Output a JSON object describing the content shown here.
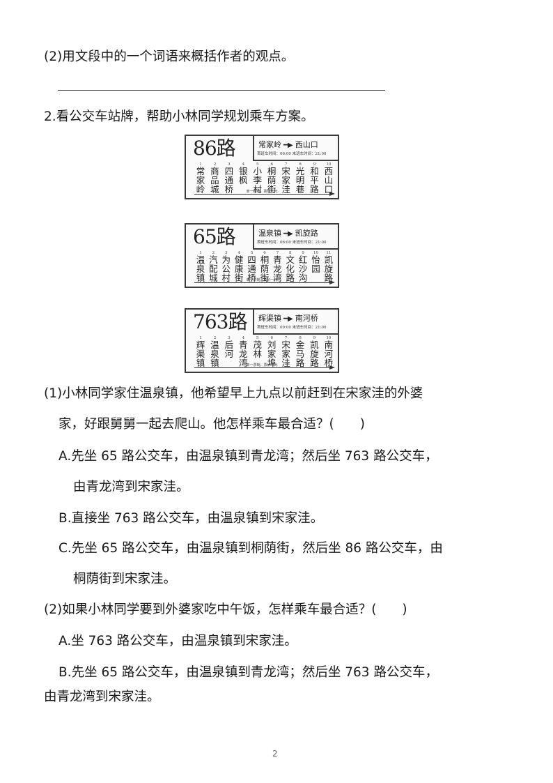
{
  "q2_sub": "(2)用文段中的一个词语来概括作者的观点。",
  "q_main": "2.看公交车站牌，帮助小林同学规划乘车方案。",
  "signs": [
    {
      "route": "86路",
      "from": "常家岭",
      "to": "西山口",
      "times": "首班车时间：06:00 末班车时间：21:00",
      "fare": "单一票制，票价一元",
      "stops": [
        {
          "num": "1",
          "name": "常家岭"
        },
        {
          "num": "2",
          "name": "商品城"
        },
        {
          "num": "3",
          "name": "四通桥"
        },
        {
          "num": "4",
          "name": "银枫"
        },
        {
          "num": "5",
          "name": "小李村"
        },
        {
          "num": "6",
          "name": "桐荫街"
        },
        {
          "num": "7",
          "name": "宋家洼"
        },
        {
          "num": "8",
          "name": "光明巷"
        },
        {
          "num": "9",
          "name": "和平路"
        },
        {
          "num": "10",
          "name": "西山口"
        }
      ]
    },
    {
      "route": "65路",
      "from": "温泉镇",
      "to": "凯旋路",
      "times": "首班车时间：06:00 末班车时间：21:00",
      "fare": "单一票制，票价一元",
      "stops": [
        {
          "num": "1",
          "name": "温泉镇"
        },
        {
          "num": "2",
          "name": "汽配城"
        },
        {
          "num": "3",
          "name": "为公村"
        },
        {
          "num": "4",
          "name": "健康街"
        },
        {
          "num": "5",
          "name": "四通桥"
        },
        {
          "num": "6",
          "name": "桐荫街"
        },
        {
          "num": "7",
          "name": "青龙湾"
        },
        {
          "num": "8",
          "name": "文化路"
        },
        {
          "num": "9",
          "name": "红沙沟"
        },
        {
          "num": "10",
          "name": "怡园"
        },
        {
          "num": "11",
          "name": "凯旋路"
        }
      ]
    },
    {
      "route": "763路",
      "from": "辉渠镇",
      "to": "南河桥",
      "times": "首班车时间：09:00 末班车时间：21:00",
      "fare": "单一票制，票价一元",
      "stops": [
        {
          "num": "1",
          "name": "辉渠镇"
        },
        {
          "num": "2",
          "name": "温泉镇"
        },
        {
          "num": "3",
          "name": "后河"
        },
        {
          "num": "4",
          "name": "青龙湾"
        },
        {
          "num": "5",
          "name": "茂林"
        },
        {
          "num": "6",
          "name": "刘家埠"
        },
        {
          "num": "7",
          "name": "宋家洼"
        },
        {
          "num": "8",
          "name": "金马路"
        },
        {
          "num": "9",
          "name": "凯旋路"
        },
        {
          "num": "10",
          "name": "南河桥"
        }
      ]
    }
  ],
  "q1": {
    "line1": "(1)小林同学家住温泉镇，他希望早上九点以前赶到在宋家洼的外婆",
    "line2": "家，好跟舅舅一起去爬山。他怎样乘车最合适？(　　)",
    "optA_1": "A.先坐 65 路公交车，由温泉镇到青龙湾；然后坐 763 路公交车，",
    "optA_2": "由青龙湾到宋家洼。",
    "optB": "B.直接坐 763 路公交车，由温泉镇到宋家洼。",
    "optC_1": "C.先坐 65 路公交车，由温泉镇到桐荫街，然后坐 86 路公交车，由",
    "optC_2": "桐荫街到宋家洼。"
  },
  "q2": {
    "line1": "(2)如果小林同学要到外婆家吃中午饭，怎样乘车最合适？(　　)",
    "optA": "A.坐 763 路公交车，由温泉镇到宋家洼。",
    "optB_1": "B.先坐 65 路公交车，由温泉镇到青龙湾；然后坐 763 路公交车，",
    "optB_2": "由青龙湾到宋家洼。"
  },
  "page_number": "2"
}
